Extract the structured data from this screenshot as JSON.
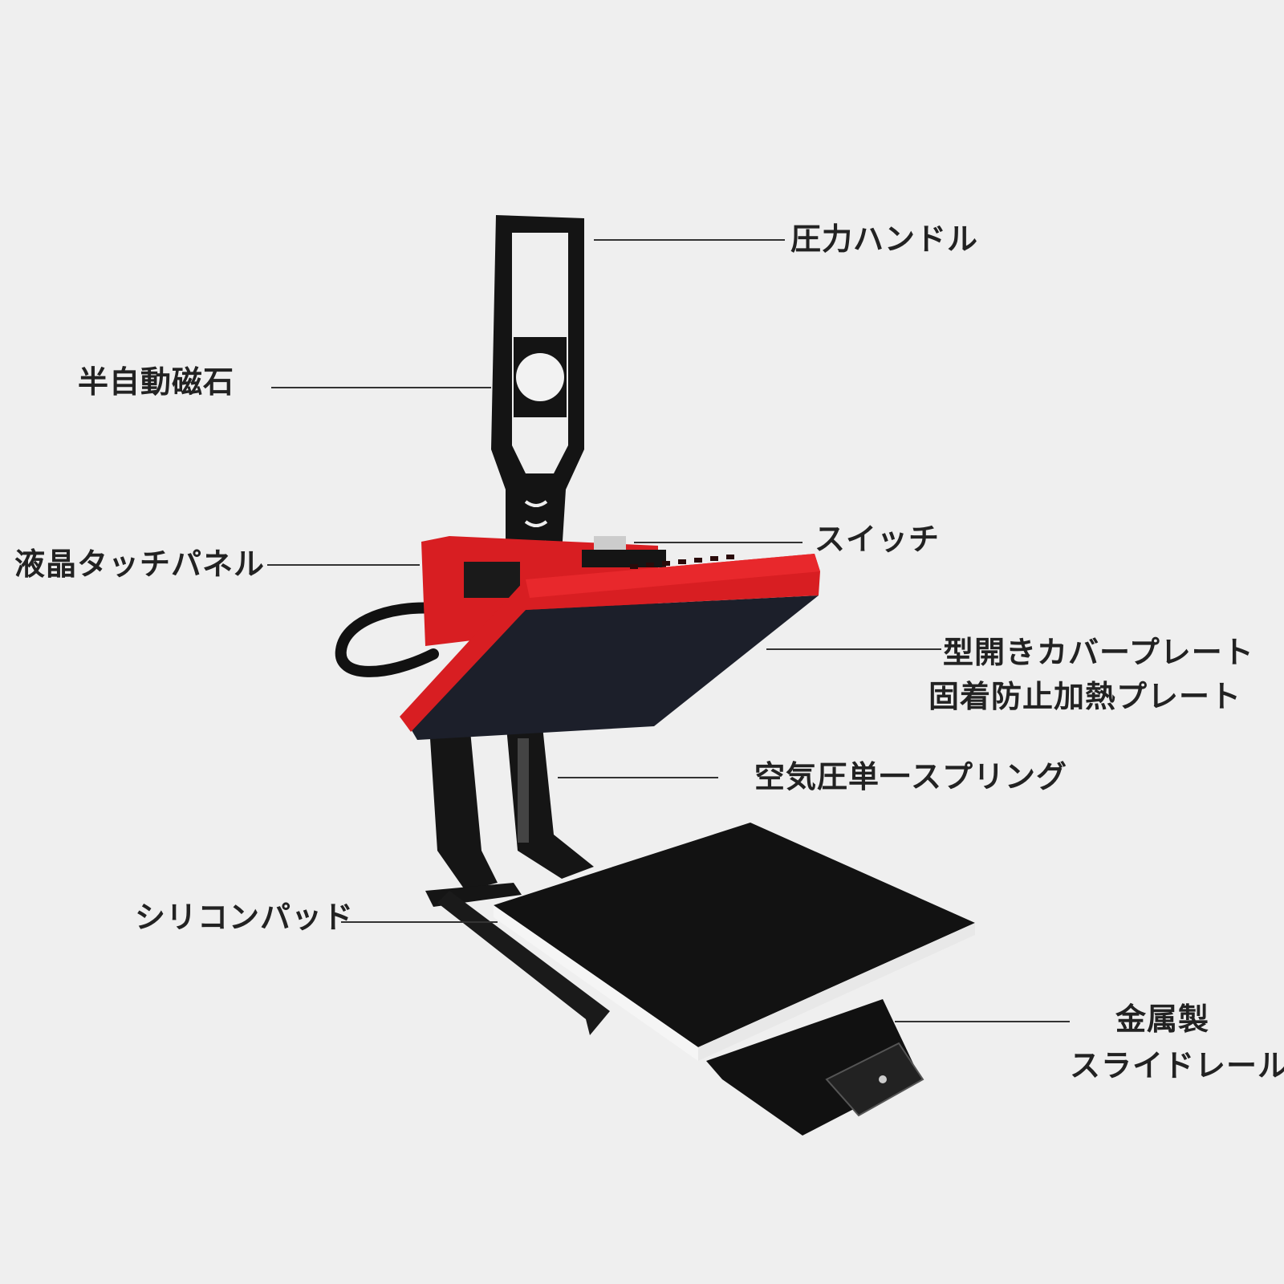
{
  "labels": {
    "pressure_handle": "圧力ハンドル",
    "semi_auto_magnet": "半自動磁石",
    "lcd_touch_panel": "液晶タッチパネル",
    "switch": "スイッチ",
    "cover_plate_line1": "型開きカバープレート",
    "cover_plate_line2": "固着防止加熱プレート",
    "pneumatic_spring": "空気圧単一スプリング",
    "silicone_pad": "シリコンパッド",
    "slide_rail_line1": "金属製",
    "slide_rail_line2": "スライドレール"
  },
  "colors": {
    "background": "#efefef",
    "head_red": "#d81e22",
    "frame_black": "#151515",
    "heat_plate": "#1c1f2a"
  }
}
